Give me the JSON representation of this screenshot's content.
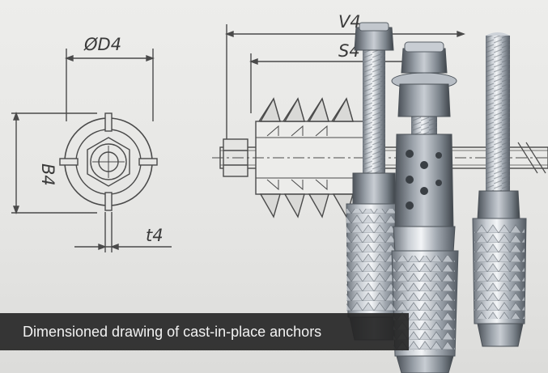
{
  "drawing": {
    "labels": {
      "diameter": "ØD4",
      "height": "B4",
      "thickness": "t4",
      "overall_length": "V4",
      "sleeve_length": "S4"
    }
  },
  "caption": {
    "text": "Dimensioned drawing of cast-in-place anchors"
  },
  "colors": {
    "background": "#e8e8e6",
    "line": "#4a4a4a",
    "steel_light": "#dfe3e7",
    "steel_mid": "#a9b0b8",
    "steel_dark": "#5e656d",
    "caption_bg": "#262626",
    "caption_text": "#f2f2f2"
  }
}
